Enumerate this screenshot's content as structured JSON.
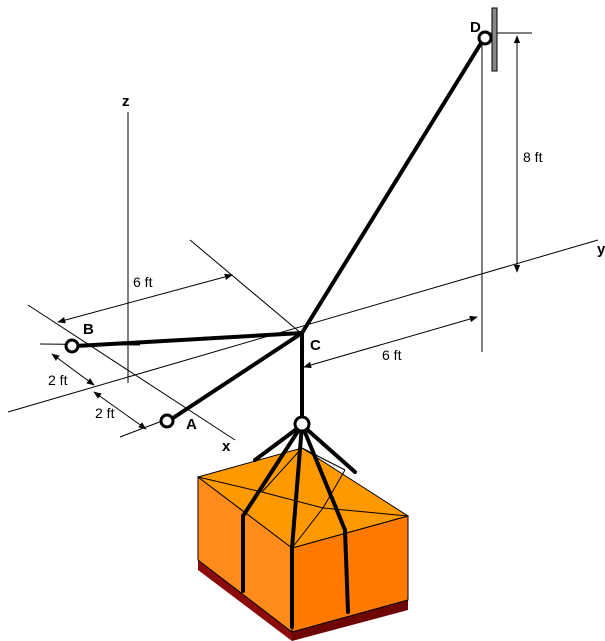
{
  "axes": {
    "x": "x",
    "y": "y",
    "z": "z"
  },
  "points": {
    "A": "A",
    "B": "B",
    "C": "C",
    "D": "D"
  },
  "dimensions": {
    "d_vertical_D": "8 ft",
    "d_6ft_upper": "6 ft",
    "d_6ft_lower": "6 ft",
    "d_2ft_B": "2 ft",
    "d_2ft_A": "2 ft"
  },
  "colors": {
    "crate_top": "#ff9900",
    "crate_front": "#ff8c1a",
    "crate_side": "#ff7a00",
    "pallet": "#8b0a0a",
    "wall": "#888888"
  }
}
